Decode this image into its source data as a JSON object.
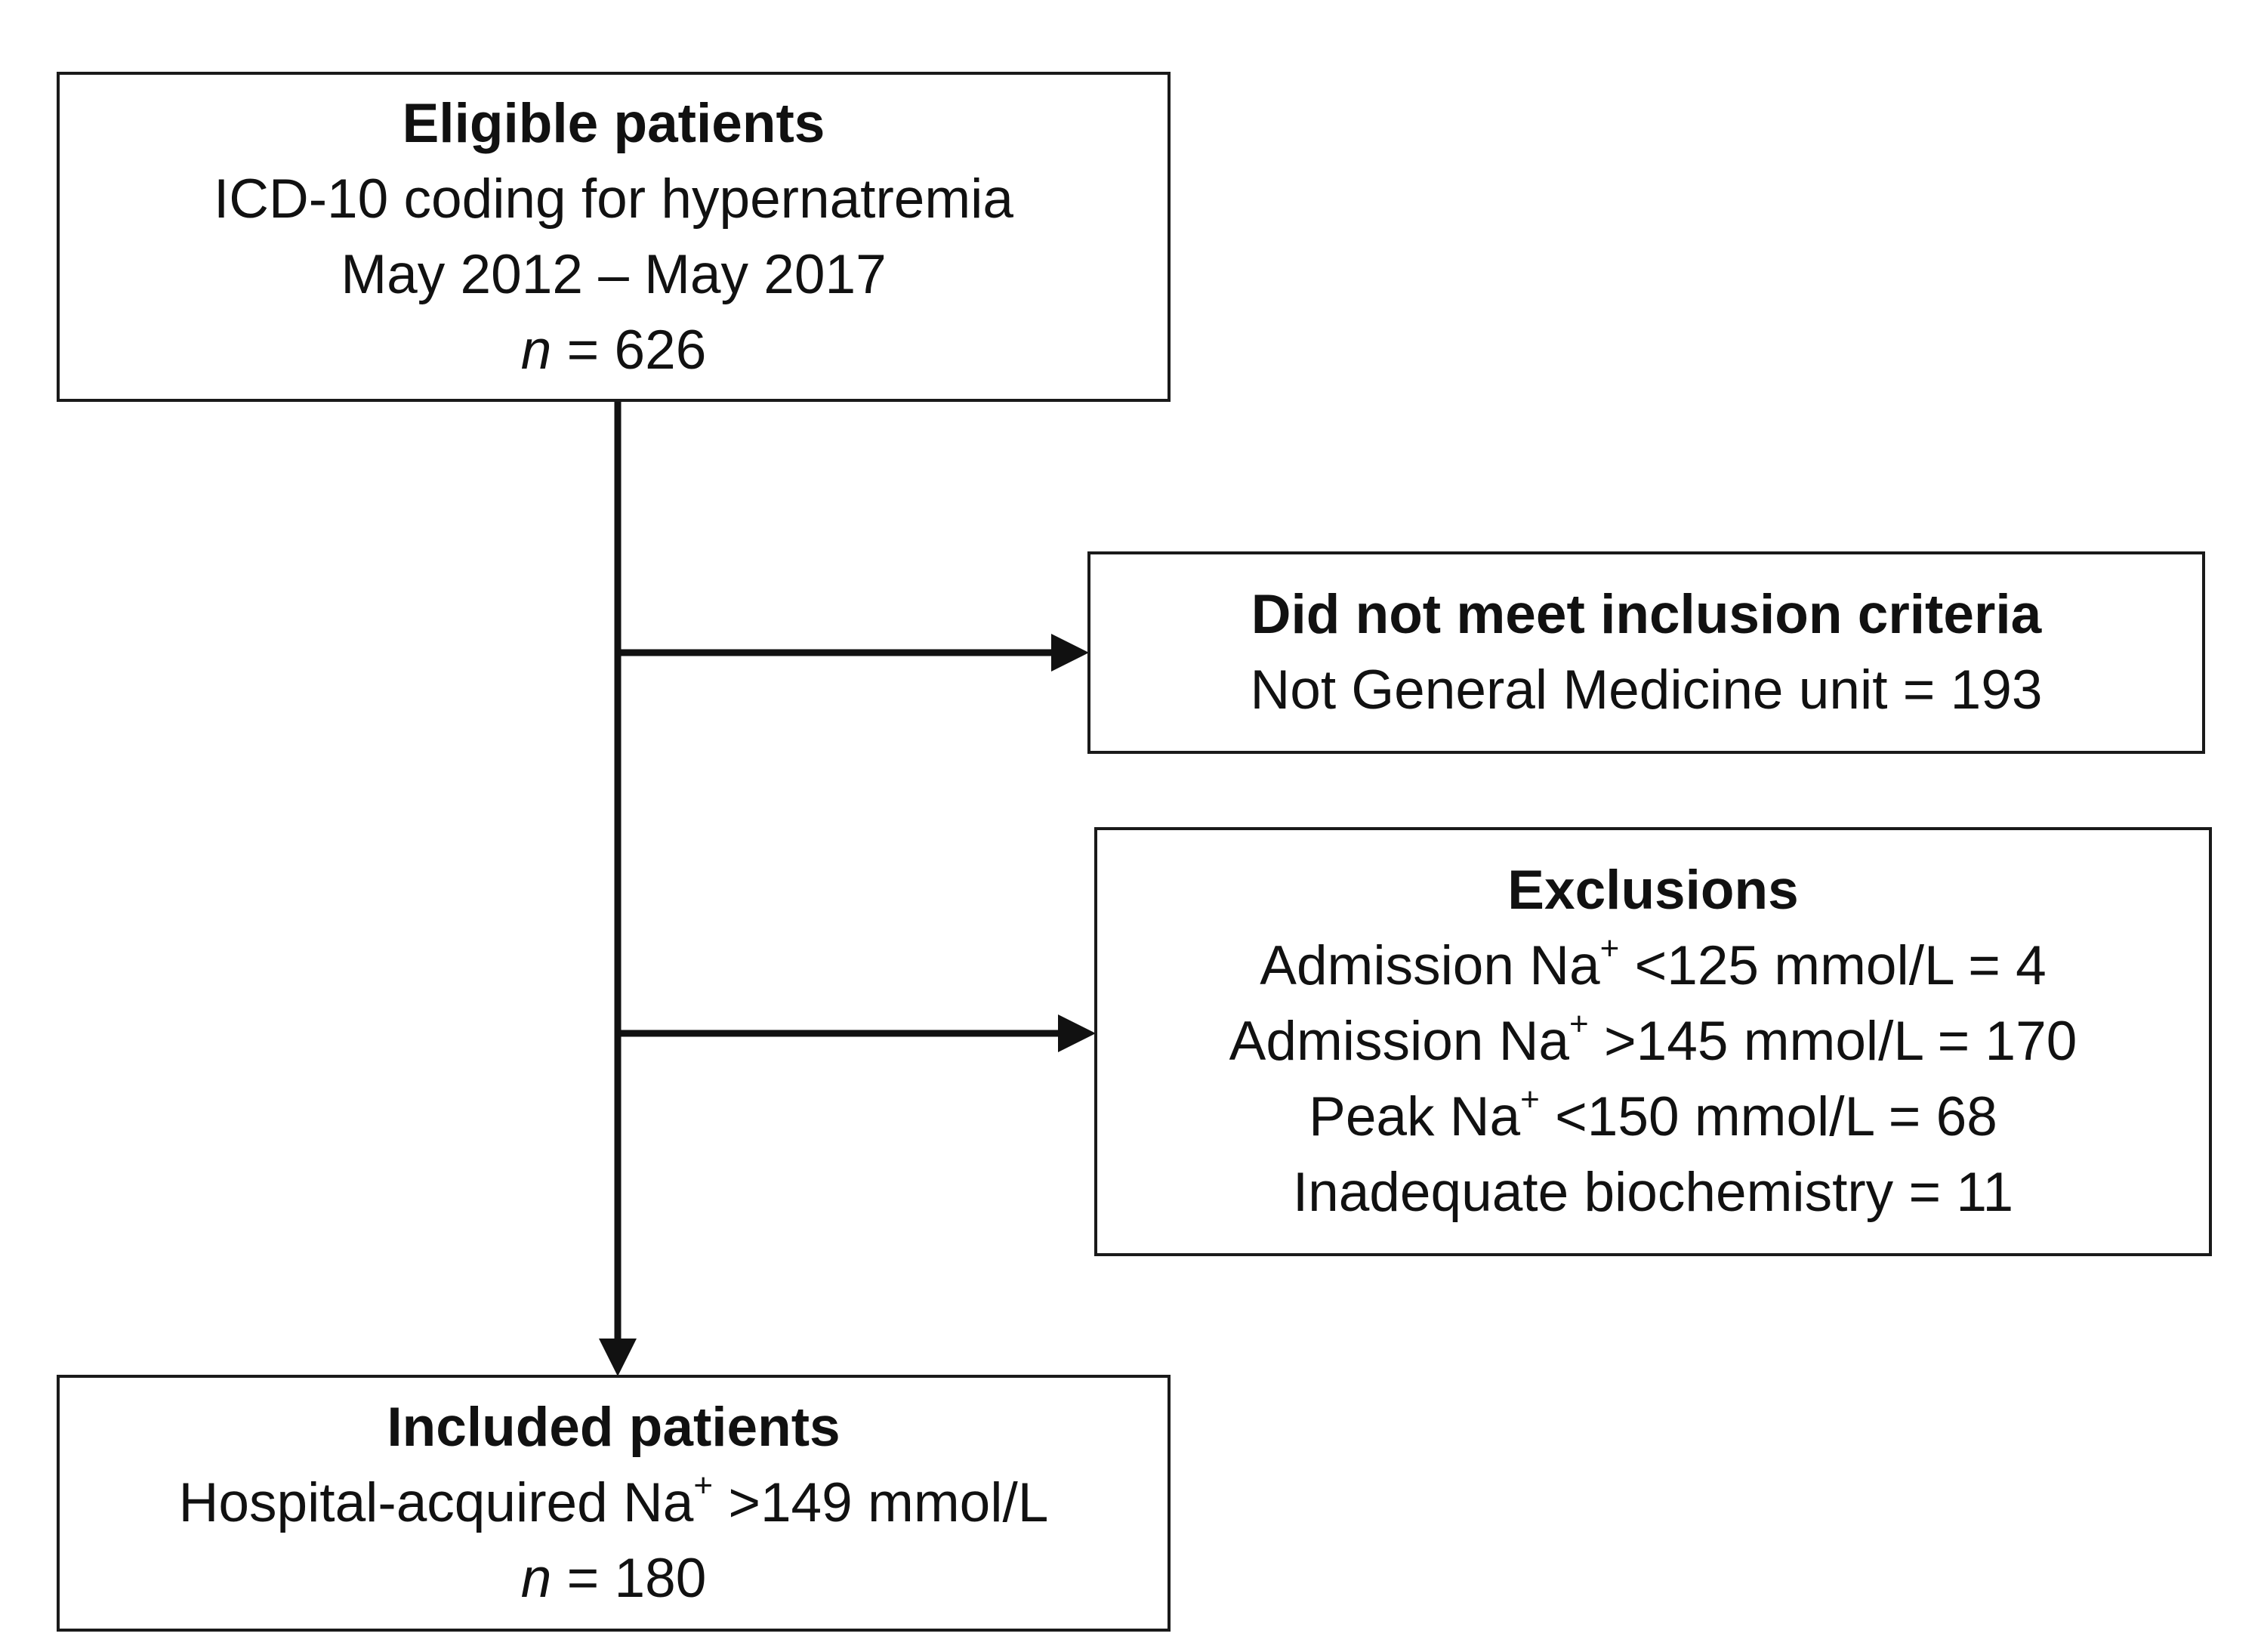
{
  "eligible": {
    "title": "Eligible patients",
    "line1": "ICD-10 coding for hypernatremia",
    "line2": "May 2012 – May 2017",
    "n_label": "n",
    "n_value": " = 626"
  },
  "inclusion": {
    "title": "Did not meet inclusion criteria",
    "line1": "Not General Medicine unit = 193"
  },
  "exclusions": {
    "title": "Exclusions",
    "items": [
      {
        "pre": "Admission Na",
        "sup": "+",
        "post": " <125 mmol/L = 4"
      },
      {
        "pre": "Admission Na",
        "sup": "+",
        "post": " >145 mmol/L = 170"
      },
      {
        "pre": "Peak Na",
        "sup": "+",
        "post": " <150 mmol/L = 68"
      },
      {
        "text": "Inadequate biochemistry = 11"
      }
    ]
  },
  "included": {
    "title": "Included patients",
    "pre": "Hospital-acquired Na",
    "sup": "+",
    "post": " >149 mmol/L",
    "n_label": "n",
    "n_value": " = 180"
  }
}
